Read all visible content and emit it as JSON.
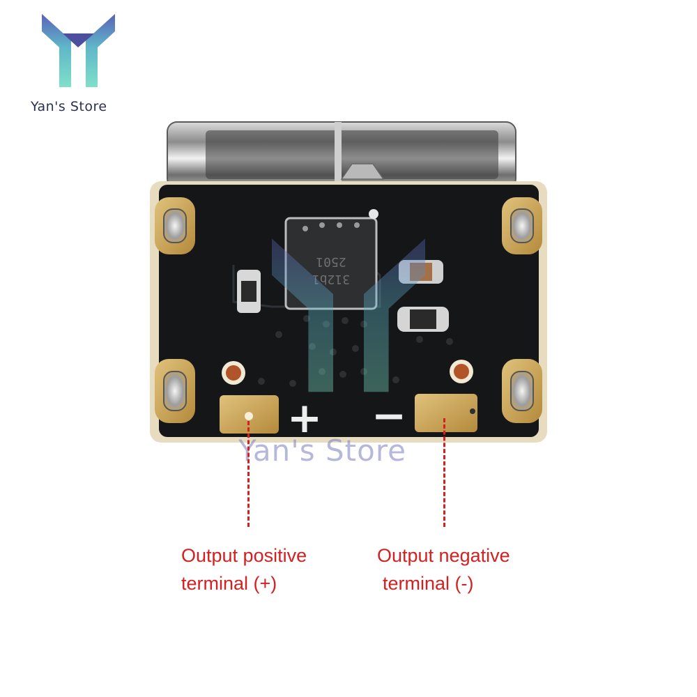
{
  "store": {
    "name": "Yan's Store",
    "watermark": "Yan's Store",
    "colors": {
      "top": "#5a62b8",
      "bottom": "#6ed9c8"
    }
  },
  "board": {
    "silkscreen_plus": "+",
    "silkscreen_minus": "−",
    "chip_marking_line1": "2501",
    "chip_marking_line2": "312b1"
  },
  "annotations": {
    "positive": {
      "line1": "Output positive",
      "line2": "terminal (+)"
    },
    "negative": {
      "line1": "Output negative",
      "line2": "terminal (-)"
    },
    "color": "#d42020"
  }
}
